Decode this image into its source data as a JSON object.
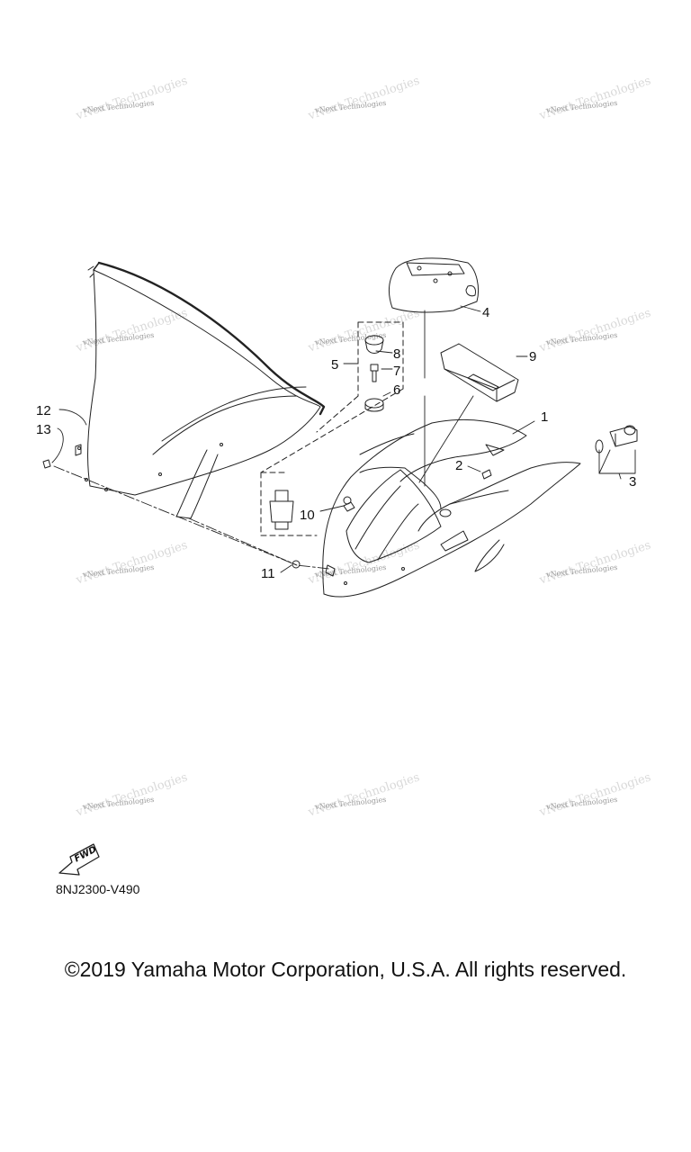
{
  "watermark": {
    "text": "vNext Technologies"
  },
  "callouts": [
    {
      "id": "1",
      "label": "1"
    },
    {
      "id": "2",
      "label": "2"
    },
    {
      "id": "3",
      "label": "3"
    },
    {
      "id": "4",
      "label": "4"
    },
    {
      "id": "5",
      "label": "5"
    },
    {
      "id": "6",
      "label": "6"
    },
    {
      "id": "7",
      "label": "7"
    },
    {
      "id": "8",
      "label": "8"
    },
    {
      "id": "9",
      "label": "9"
    },
    {
      "id": "10",
      "label": "10"
    },
    {
      "id": "11",
      "label": "11"
    },
    {
      "id": "12",
      "label": "12"
    },
    {
      "id": "13",
      "label": "13"
    }
  ],
  "fwd_label": "FWD",
  "diagram_code": "8NJ2300-V490",
  "copyright": "©2019 Yamaha Motor Corporation, U.S.A. All rights reserved.",
  "colors": {
    "line": "#222222",
    "watermark": "#9a9a9a"
  }
}
